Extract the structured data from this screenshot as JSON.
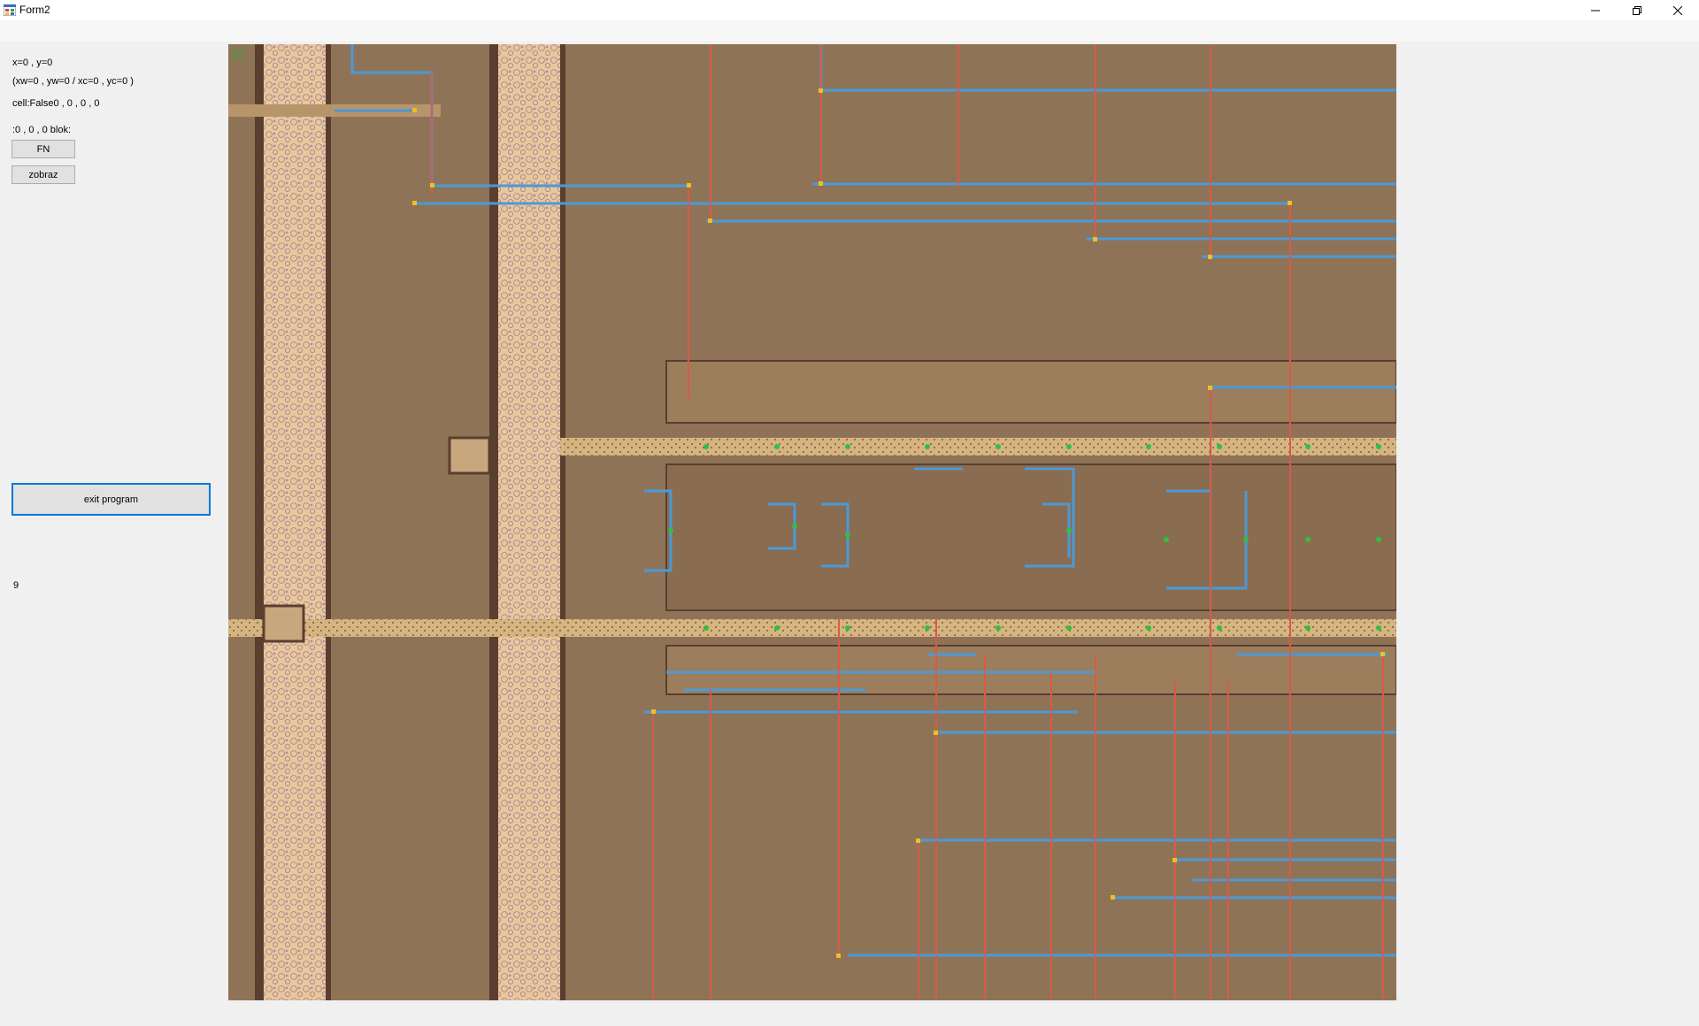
{
  "window": {
    "title": "Form2"
  },
  "panel": {
    "coords": "x=0 , y=0",
    "coords_detail": "(xw=0 , yw=0 / xc=0 , yc=0 )",
    "cell": "cell:False0 , 0 , 0 , 0",
    "blok": ":0 , 0 , 0 blok:",
    "fn_button": "FN",
    "zobraz_button": "zobraz",
    "exit_button": "exit program",
    "counter": "9"
  },
  "colors": {
    "metal_trace": "#4a9ad8",
    "poly_trace": "#d85a4a",
    "via": "#f0c020",
    "contact": "#30c040",
    "accent": "#0078d7"
  },
  "icons": {
    "app": "winforms-app-icon",
    "minimize": "minimize-icon",
    "maximize": "restore-icon",
    "close": "close-icon",
    "origin": "cross-marker-icon"
  }
}
